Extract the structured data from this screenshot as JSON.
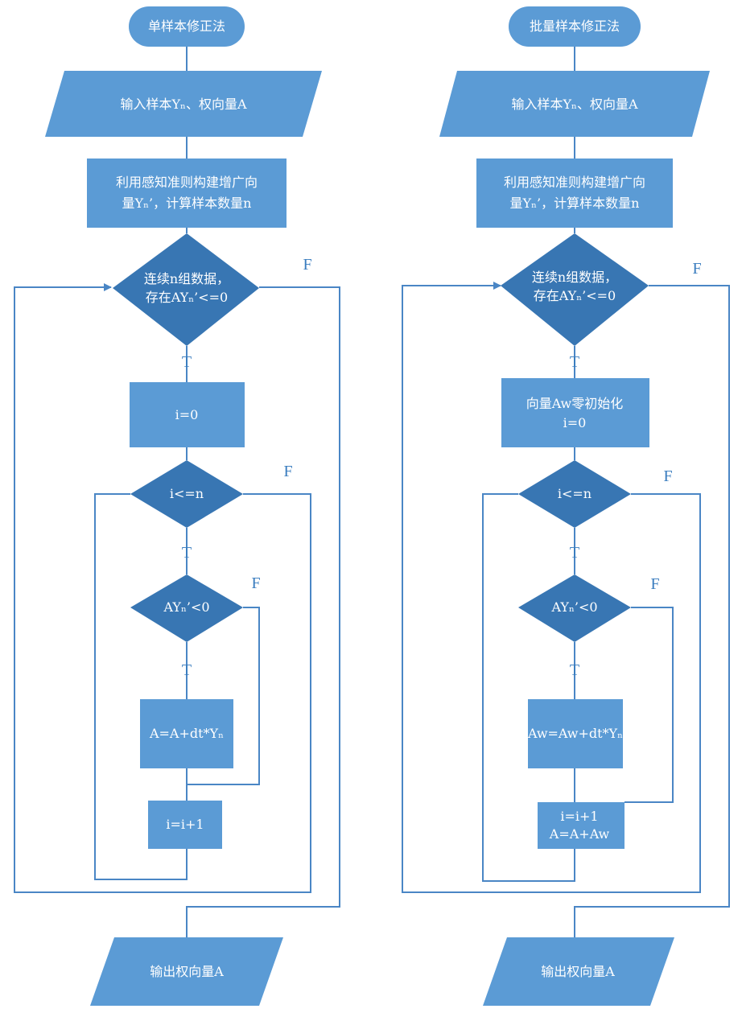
{
  "left": {
    "start": "单样本修正法",
    "input": "输入样本Yₙ、权向量A",
    "augment": [
      "利用感知准则构建增广向",
      "量Yₙ’，计算样本数量n"
    ],
    "cond_outer": [
      "连续n组数据，",
      "存在AYₙ’<=0"
    ],
    "init": [
      "i=0"
    ],
    "cond_mid": "i<=n",
    "cond_inner": "AYₙ’<0",
    "update": [
      "A=A+dt*Yₙ"
    ],
    "incr": [
      "i=i+1"
    ],
    "output": "输出权向量A",
    "labels": {
      "t1": "T",
      "t2": "T",
      "t3": "T",
      "f1": "F",
      "f2": "F",
      "f3": "F"
    }
  },
  "right": {
    "start": "批量样本修正法",
    "input": "输入样本Yₙ、权向量A",
    "augment": [
      "利用感知准则构建增广向",
      "量Yₙ’，计算样本数量n"
    ],
    "cond_outer": [
      "连续n组数据，",
      "存在AYₙ’<=0"
    ],
    "init": [
      "向量Aw零初始化",
      "i=0"
    ],
    "cond_mid": "i<=n",
    "cond_inner": "AYₙ’<0",
    "update": [
      "Aw=Aw+dt*Yₙ"
    ],
    "incr": [
      "i=i+1",
      "A=A+Aw"
    ],
    "output": "输出权向量A",
    "labels": {
      "t1": "T",
      "t2": "T",
      "t3": "T",
      "f1": "F",
      "f2": "F",
      "f3": "F"
    }
  },
  "colors": {
    "box": "#5b9bd5",
    "decision": "#3876b3",
    "line": "#4a86c5",
    "label": "#3a7dbf",
    "text": "#ffffff"
  }
}
